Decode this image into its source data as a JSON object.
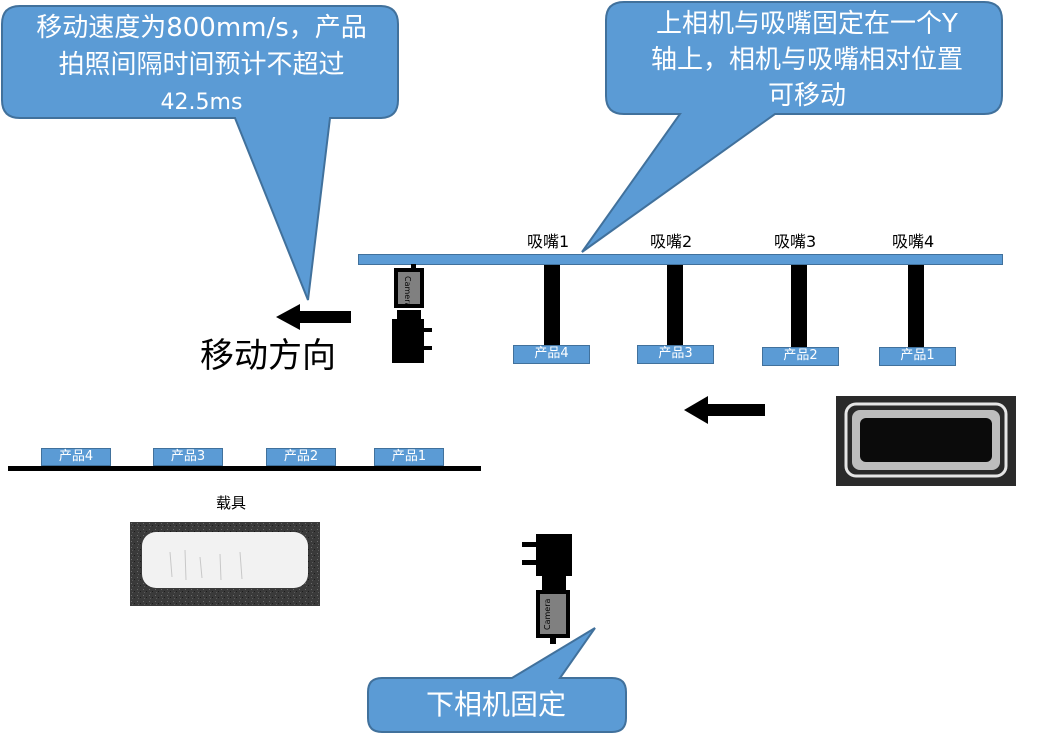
{
  "callouts": {
    "speed_line1": "移动速度为800mm/s，产品",
    "speed_line2": "拍照间隔时间预计不超过",
    "speed_line3": "42.5ms",
    "top_cam_line1": "上相机与吸嘴固定在一个Y",
    "top_cam_line2": "轴上，相机与吸嘴相对位置",
    "top_cam_line3": "可移动",
    "bottom_cam": "下相机固定"
  },
  "nozzles": [
    "吸嘴1",
    "吸嘴2",
    "吸嘴3",
    "吸嘴4"
  ],
  "nozzle_products": [
    "产品4",
    "产品3",
    "产品2",
    "产品1"
  ],
  "carrier_products": [
    "产品4",
    "产品3",
    "产品2",
    "产品1"
  ],
  "direction_label": "移动方向",
  "carrier_label": "载具",
  "camera_label": "Camera",
  "colors": {
    "callout_fill": "#5b9bd5",
    "callout_stroke": "#41719c",
    "beam": "#5b9bd5",
    "arrow": "#000000"
  }
}
